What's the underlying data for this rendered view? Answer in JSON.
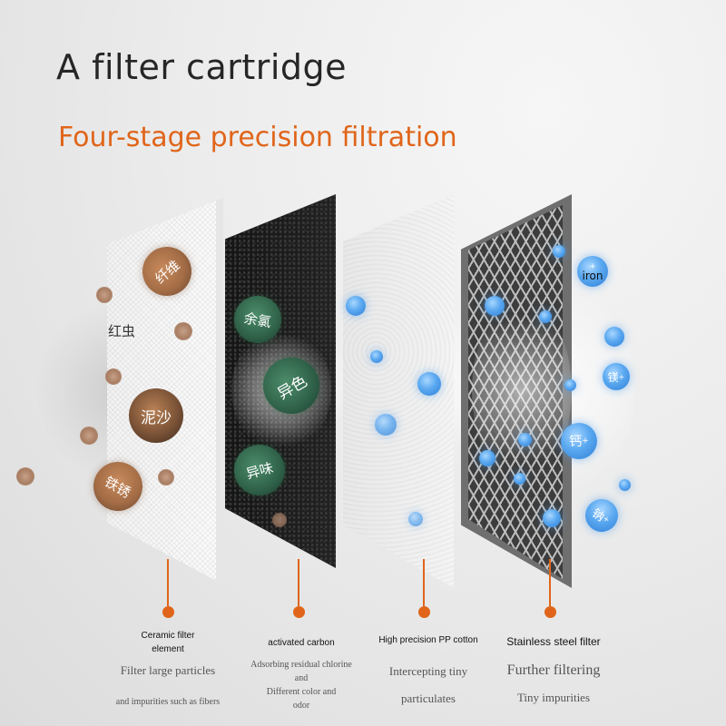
{
  "title": "A filter cartridge",
  "subtitle": "Four-stage precision filtration",
  "colors": {
    "accent": "#e0651a",
    "title": "#262626"
  },
  "stage1": {
    "particles": [
      "纤维",
      "红虫",
      "泥沙",
      "铁锈"
    ],
    "name_line1": "Ceramic filter",
    "name_line2": "element",
    "desc1": "Filter large particles",
    "desc2": "and impurities such as fibers"
  },
  "stage2": {
    "particles": [
      "余氯",
      "异色",
      "异味"
    ],
    "name": "activated carbon",
    "desc_lines": [
      "Adsorbing residual chlorine",
      "and",
      "Different color and",
      "odor"
    ]
  },
  "stage3": {
    "name": "High precision PP cotton",
    "desc1": "Intercepting tiny",
    "desc2": "particulates"
  },
  "stage4": {
    "minerals": [
      "iron",
      "镁",
      "钙",
      "钠"
    ],
    "mineral_marks": [
      "+",
      "+",
      "+",
      "+"
    ],
    "name": "Stainless steel filter",
    "desc1": "Further filtering",
    "desc2": "Tiny impurities"
  }
}
